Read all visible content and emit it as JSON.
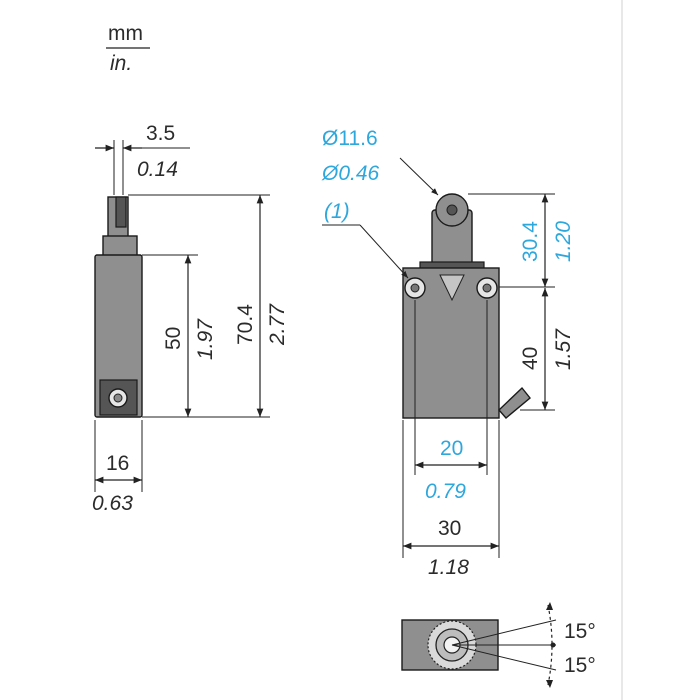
{
  "units": {
    "primary": "mm",
    "secondary": "in."
  },
  "side_view": {
    "lever_width_mm": "3.5",
    "lever_width_in": "0.14",
    "body_height_mm": "50",
    "body_height_in": "1.97",
    "total_height_mm": "70.4",
    "total_height_in": "2.77",
    "width_mm": "16",
    "width_in": "0.63"
  },
  "front_view": {
    "roller_diameter_mm": "Ø11.6",
    "roller_diameter_in": "Ø0.46",
    "note": "(1)",
    "head_height_mm": "30.4",
    "head_height_in": "1.20",
    "body_height_mm": "40",
    "body_height_in": "1.57",
    "hole_spacing_mm": "20",
    "hole_spacing_in": "0.79",
    "width_mm": "30",
    "width_in": "1.18"
  },
  "top_view": {
    "angle_upper": "15°",
    "angle_lower": "15°"
  },
  "colors": {
    "accent": "#2ea7dd",
    "body": "#8f8f8f",
    "line": "#222222"
  }
}
